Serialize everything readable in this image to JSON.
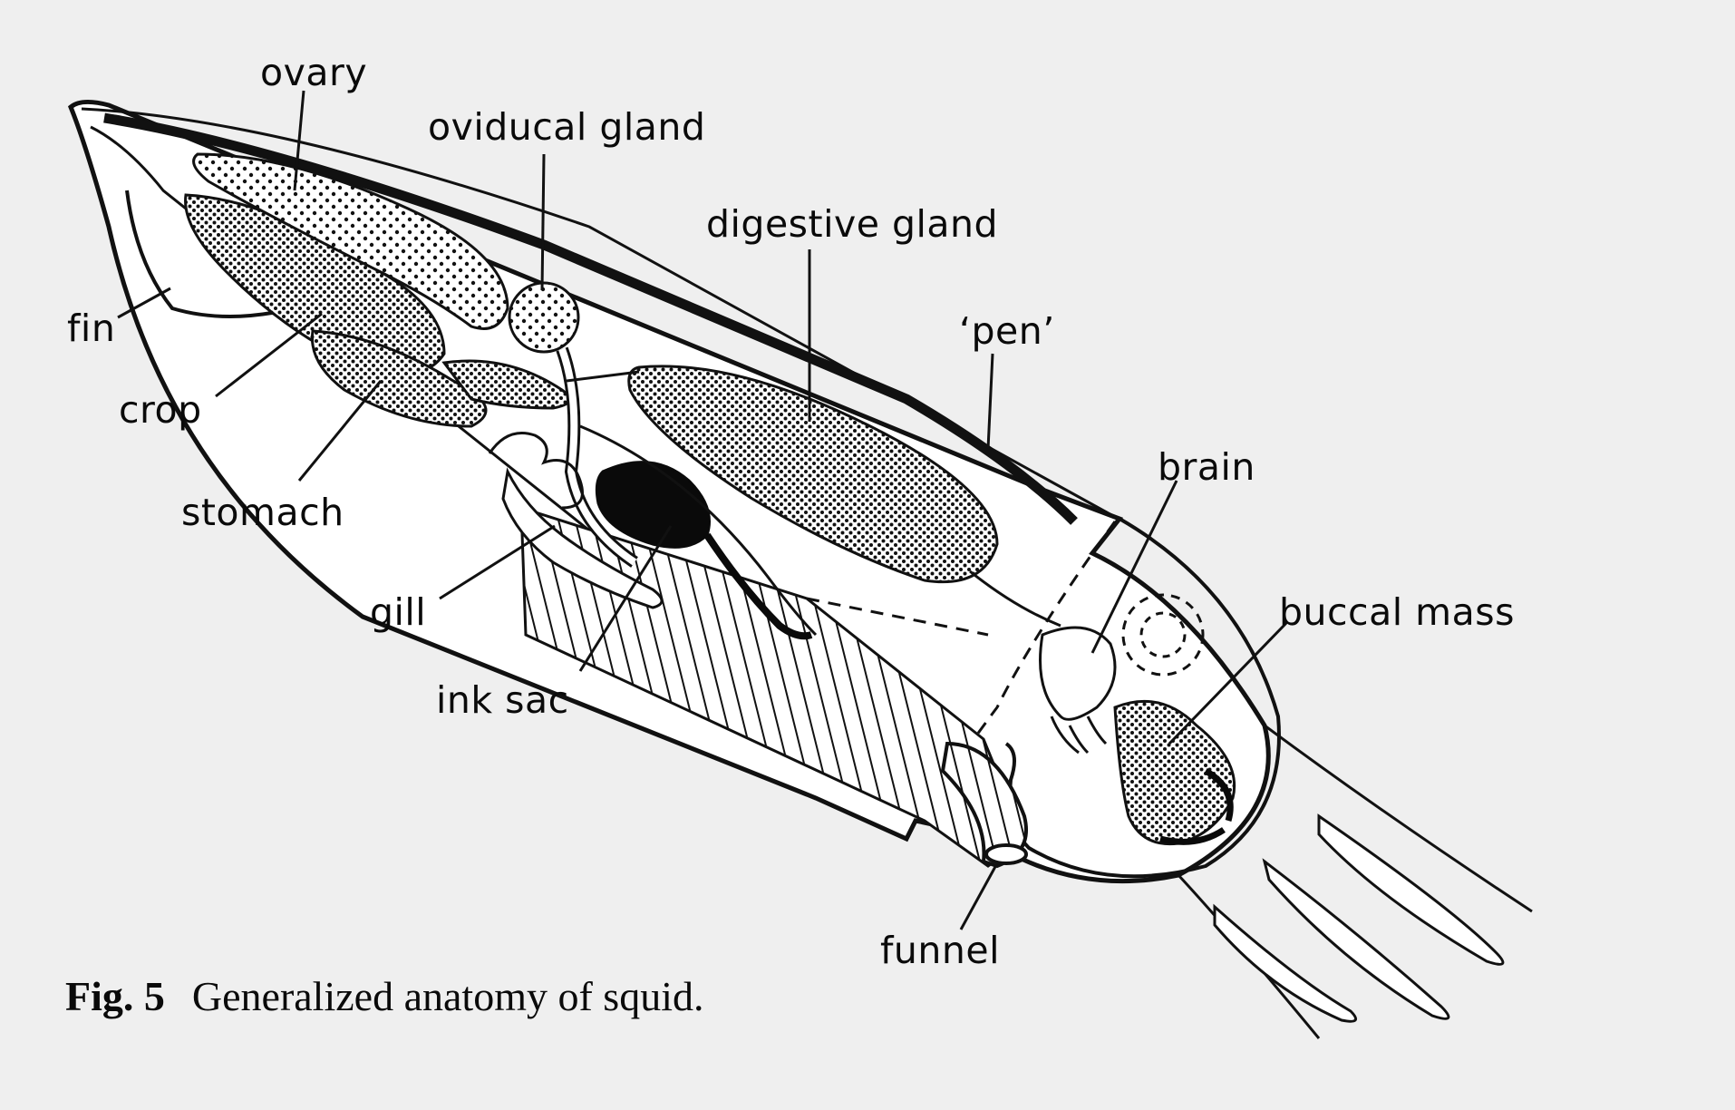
{
  "caption": {
    "figure_number": "Fig. 5",
    "text": "Generalized anatomy of squid."
  },
  "labels": {
    "ovary": "ovary",
    "oviducal_gland": "oviducal gland",
    "digestive_gland": "digestive gland",
    "pen": "‘pen’",
    "fin": "fin",
    "crop": "crop",
    "stomach": "stomach",
    "brain": "brain",
    "buccal_mass": "buccal mass",
    "gill": "gill",
    "ink_sac": "ink sac",
    "funnel": "funnel"
  }
}
